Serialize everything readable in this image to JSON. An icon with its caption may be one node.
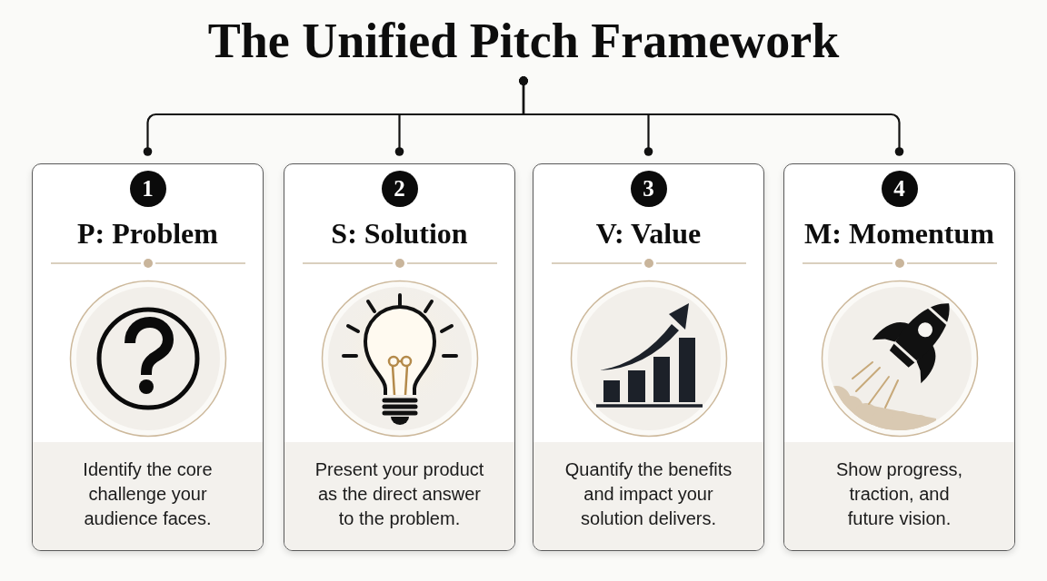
{
  "diagram": {
    "nodes": [
      {
        "text": [
          "The Unified Pitch Framework"
        ]
      },
      {
        "text": [
          "P: Problem",
          "Identify the core challenge your audience faces."
        ]
      },
      {
        "text": [
          "1"
        ],
        "in": 1
      },
      {
        "text": [
          "S: Solution",
          "Present your product as the direct answer to the problem."
        ]
      },
      {
        "text": [
          "2"
        ],
        "in": 3
      },
      {
        "text": [
          "V: Value",
          "Quantify the benefits and impact your solution delivers."
        ]
      },
      {
        "text": [
          "3"
        ],
        "in": 5
      },
      {
        "text": [
          "M: Momentum",
          "Show progress, traction, and future vision."
        ]
      },
      {
        "text": [
          "4"
        ],
        "in": 7
      }
    ],
    "edges": [
      {
        "from": 0,
        "to": 1,
        "arrow": "other"
      },
      {
        "from": 0,
        "to": 3,
        "arrow": "other"
      },
      {
        "from": 0,
        "to": 5,
        "arrow": "other"
      },
      {
        "from": 0,
        "to": 7,
        "arrow": "other"
      }
    ]
  }
}
